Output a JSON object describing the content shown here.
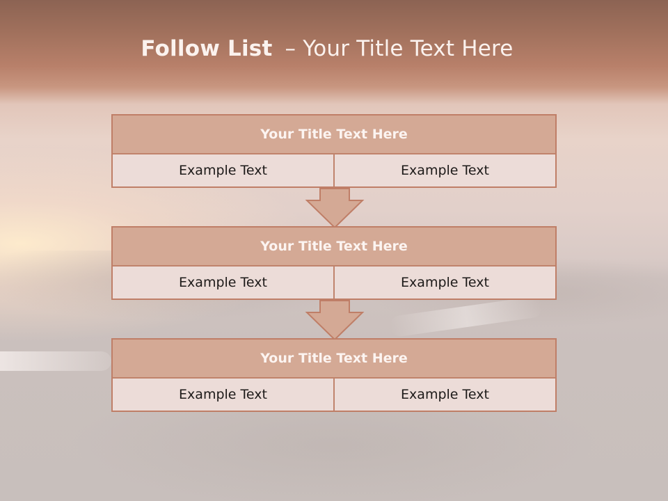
{
  "slide": {
    "title_bold": "Follow List",
    "title_dash": "–",
    "title_rest": "Your Title Text Here"
  },
  "steps": [
    {
      "title": "Your Title Text Here",
      "left_text": "Example Text",
      "right_text": "Example Text"
    },
    {
      "title": "Your Title Text Here",
      "left_text": "Example Text",
      "right_text": "Example Text"
    },
    {
      "title": "Your Title Text Here",
      "left_text": "Example Text",
      "right_text": "Example Text"
    }
  ],
  "colors": {
    "block_header": "#d4a995",
    "block_body": "#ecdcd8",
    "border": "#bf7e67",
    "arrow_fill": "#d4a995"
  }
}
